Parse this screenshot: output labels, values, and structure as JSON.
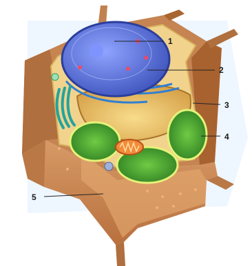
{
  "colors": {
    "wall": "#c98a5a",
    "wall_dark": "#9c5f36",
    "cytoplasm": "#efd28d",
    "nucleus": "#4c66cf",
    "er": "#2f8bd6",
    "vacuole": "#f3cf7a",
    "chloroplast": "#5db83a",
    "mitochondrion": "#f08a3a",
    "golgi": "#2aa6a0"
  },
  "labels": [
    {
      "id": "1",
      "text": "1"
    },
    {
      "id": "2",
      "text": "2"
    },
    {
      "id": "3",
      "text": "3"
    },
    {
      "id": "4",
      "text": "4"
    },
    {
      "id": "5",
      "text": "5"
    }
  ]
}
